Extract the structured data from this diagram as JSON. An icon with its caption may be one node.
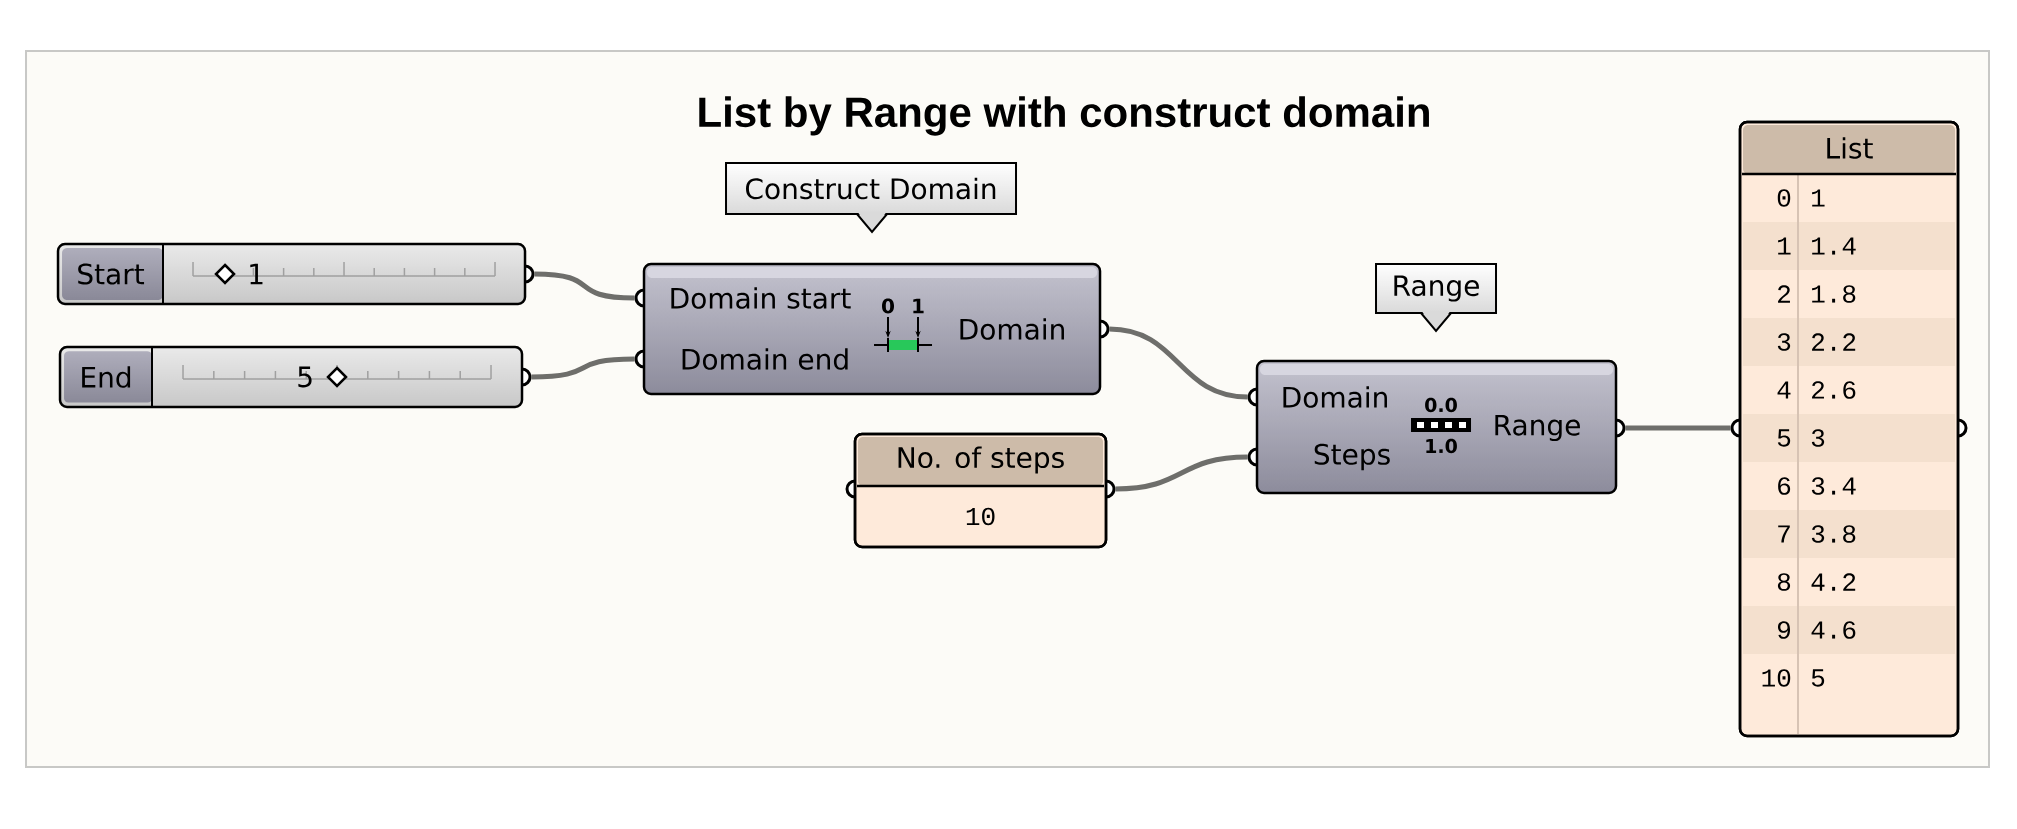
{
  "diagram": {
    "title": "List by Range with construct domain",
    "nodes": [
      {
        "text": [
          "Start",
          "1"
        ]
      },
      {
        "text": [
          "End",
          "5"
        ]
      },
      {
        "text": [
          "Construct Domain"
        ]
      },
      {
        "text": [
          "Domain start",
          "Domain end",
          "Domain"
        ]
      },
      {
        "text": [
          "No. of steps",
          "10"
        ]
      },
      {
        "text": [
          "Range"
        ]
      },
      {
        "text": [
          "Domain",
          "Steps",
          "Range"
        ]
      },
      {
        "text": [
          "List",
          "0",
          "1",
          "1",
          "1.4",
          "2",
          "1.8",
          "3",
          "2.2",
          "4",
          "2.6",
          "5",
          "3",
          "6",
          "3.4",
          "7",
          "3.8",
          "8",
          "4.2",
          "9",
          "4.6",
          "10",
          "5"
        ]
      }
    ],
    "edges": [
      {
        "from": 0,
        "to": 3,
        "arrow": "none"
      },
      {
        "from": 1,
        "to": 3,
        "arrow": "none"
      },
      {
        "from": 3,
        "to": 6,
        "arrow": "none"
      },
      {
        "from": 4,
        "to": 6,
        "arrow": "none"
      },
      {
        "from": 6,
        "to": 7,
        "arrow": "none"
      }
    ],
    "labels": [
      "0",
      "1",
      "0.0",
      "1.0"
    ]
  }
}
